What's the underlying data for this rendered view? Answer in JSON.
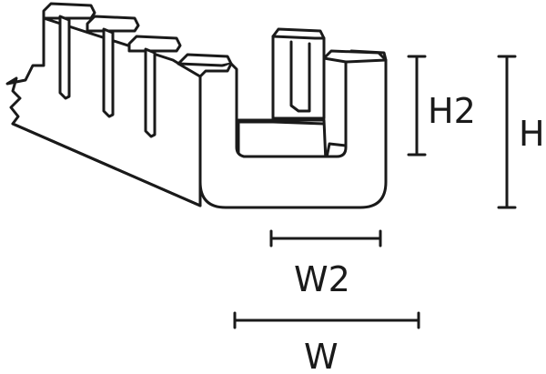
{
  "diagram": {
    "labels": {
      "h2": "H2",
      "h": "H",
      "w2": "W2",
      "w": "W"
    },
    "colors": {
      "stroke": "#1a1a1a",
      "fill": "#ffffff"
    }
  }
}
